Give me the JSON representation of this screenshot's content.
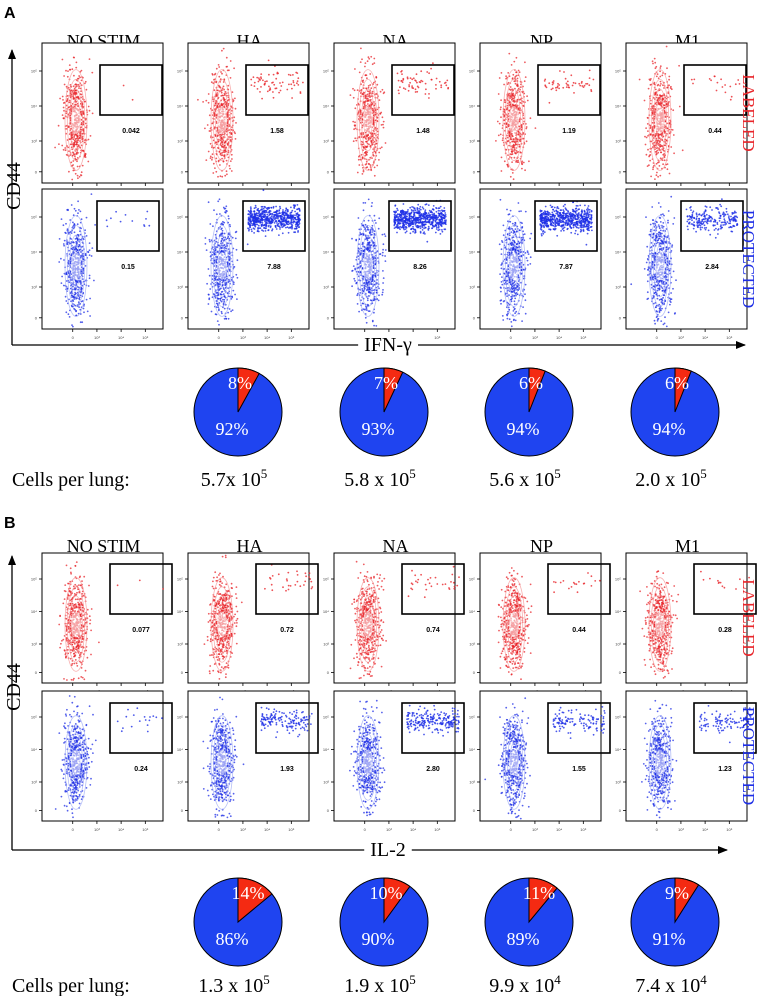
{
  "colors": {
    "labeled": "#e8262b",
    "protected": "#1d2ee6",
    "pie_protected": "#1f44f0",
    "pie_labeled": "#f42a12",
    "axis": "#000000"
  },
  "panels": [
    {
      "letter": "A",
      "conditions": [
        "NO STIM",
        "HA",
        "NA",
        "NP",
        "M1"
      ],
      "y_axis_label": "CD44",
      "x_axis_label": "IFN-γ",
      "row_labels": [
        "LABELED",
        "PROTECTED"
      ],
      "tick_labels_x": [
        "0",
        "10³",
        "10⁴",
        "10⁵"
      ],
      "tick_labels_y": [
        "0",
        "10³",
        "10⁴",
        "10⁵"
      ],
      "gate_values": {
        "labeled": [
          "0.042",
          "1.58",
          "1.48",
          "1.19",
          "0.44"
        ],
        "protected": [
          "0.15",
          "7.88",
          "8.26",
          "7.87",
          "2.84"
        ]
      },
      "cells_label": "Cells per lung:",
      "cells": [
        {
          "mantissa": "5.7x 10",
          "exp": "5"
        },
        {
          "mantissa": "5.8 x 10",
          "exp": "5"
        },
        {
          "mantissa": "5.6 x 10",
          "exp": "5"
        },
        {
          "mantissa": "2.0 x 10",
          "exp": "5"
        }
      ]
    },
    {
      "letter": "B",
      "conditions": [
        "NO STIM",
        "HA",
        "NA",
        "NP",
        "M1"
      ],
      "y_axis_label": "CD44",
      "x_axis_label": "IL-2",
      "row_labels": [
        "LABELED",
        "PROTECTED"
      ],
      "tick_labels_x": [
        "0",
        "10³",
        "10⁴",
        "10⁵"
      ],
      "tick_labels_y": [
        "0",
        "10³",
        "10⁴",
        "10⁵"
      ],
      "gate_values": {
        "labeled": [
          "0.077",
          "0.72",
          "0.74",
          "0.44",
          "0.28"
        ],
        "protected": [
          "0.24",
          "1.93",
          "2.80",
          "1.55",
          "1.23"
        ]
      },
      "cells_label": "Cells per lung:",
      "cells": [
        {
          "mantissa": "1.3 x 10",
          "exp": "5"
        },
        {
          "mantissa": "1.9 x 10",
          "exp": "5"
        },
        {
          "mantissa": "9.9 x 10",
          "exp": "4"
        },
        {
          "mantissa": "7.4 x 10",
          "exp": "4"
        }
      ]
    }
  ],
  "chart_data": [
    {
      "type": "pie",
      "panel": "A",
      "categories": [
        "HA",
        "NA",
        "NP",
        "M1"
      ],
      "series": [
        {
          "name": "LABELED",
          "values": [
            8,
            7,
            6,
            6
          ]
        },
        {
          "name": "PROTECTED",
          "values": [
            92,
            93,
            94,
            94
          ]
        }
      ],
      "slice_labels": {
        "labeled": [
          "8%",
          "7%",
          "6%",
          "6%"
        ],
        "protected": [
          "92%",
          "93%",
          "94%",
          "94%"
        ]
      }
    },
    {
      "type": "pie",
      "panel": "B",
      "categories": [
        "HA",
        "NA",
        "NP",
        "M1"
      ],
      "series": [
        {
          "name": "LABELED",
          "values": [
            14,
            10,
            11,
            9
          ]
        },
        {
          "name": "PROTECTED",
          "values": [
            86,
            90,
            89,
            91
          ]
        }
      ],
      "slice_labels": {
        "labeled": [
          "14%",
          "10%",
          "11%",
          "9%"
        ],
        "protected": [
          "86%",
          "90%",
          "89%",
          "91%"
        ]
      }
    }
  ]
}
